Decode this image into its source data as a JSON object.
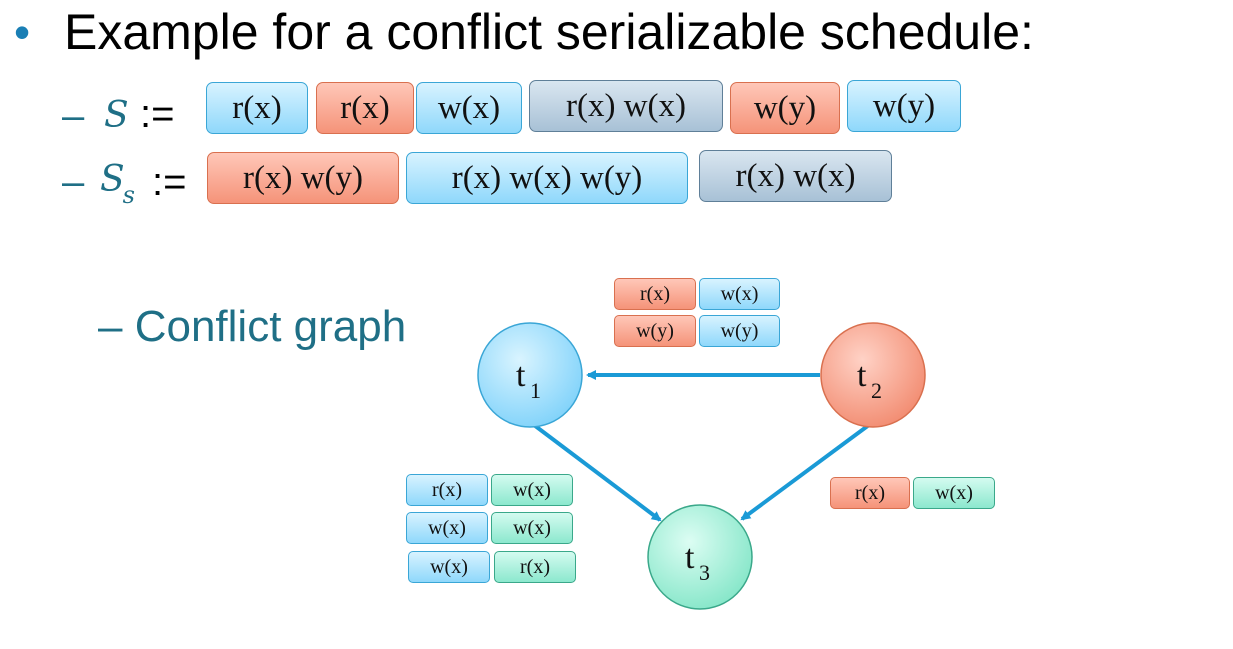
{
  "heading": {
    "bullet": "•",
    "text": "Example for a conflict serializable schedule:"
  },
  "schedule_s": {
    "dash": "–",
    "symbol": "S",
    "assign": ":=",
    "ops": [
      "r(x)",
      "r(x)",
      "w(x)",
      "r(x) w(x)",
      "w(y)",
      "w(y)"
    ]
  },
  "schedule_ss": {
    "dash": "–",
    "symbol": "S",
    "subscript": "s",
    "assign": ":=",
    "ops": [
      "r(x) w(y)",
      "r(x) w(x) w(y)",
      "r(x) w(x)"
    ]
  },
  "conflict_graph": {
    "label": "– Conflict graph",
    "nodes": [
      {
        "name": "t",
        "sub": "1"
      },
      {
        "name": "t",
        "sub": "2"
      },
      {
        "name": "t",
        "sub": "3"
      }
    ],
    "edges": [
      {
        "from": "t2",
        "to": "t1",
        "conflicts": [
          [
            "r(x)",
            "w(x)"
          ],
          [
            "w(y)",
            "w(y)"
          ]
        ]
      },
      {
        "from": "t1",
        "to": "t3",
        "conflicts": [
          [
            "r(x)",
            "w(x)"
          ],
          [
            "w(x)",
            "w(x)"
          ],
          [
            "w(x)",
            "r(x)"
          ]
        ]
      },
      {
        "from": "t2",
        "to": "t3",
        "conflicts": [
          [
            "r(x)",
            "w(x)"
          ]
        ]
      }
    ]
  },
  "colors": {
    "transaction_1": "#8fd8fb",
    "transaction_2": "#f59379",
    "transaction_3": "#8ce8ce",
    "grouped": "#a8c1d6",
    "edge": "#1a9ad6"
  }
}
